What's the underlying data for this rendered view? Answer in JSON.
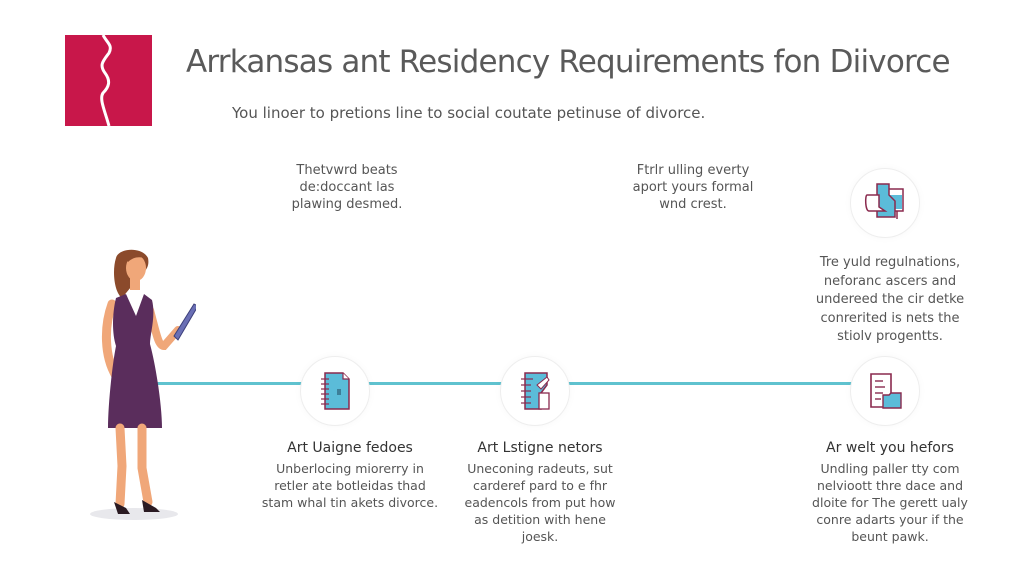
{
  "header": {
    "title": "Arrkansas ant Residency Requirements fon Diivorce",
    "subtitle": "You linoer to pretions line to social coutate petinuse of divorce.",
    "logo_color": "#c8174a"
  },
  "top_notes": [
    {
      "lines": [
        "Thetvwrd beats",
        "de:doccant las",
        "plawing desmed."
      ]
    },
    {
      "lines": [
        "Ftrlr ulling everty",
        "aport yours formal",
        "wnd crest."
      ]
    },
    {
      "lines": [
        "Tre yuld regulnations,",
        "neforanc ascers and",
        "undereed the cir detke",
        "conrerited is nets the",
        "stiolv progentts."
      ]
    }
  ],
  "timeline": {
    "line_color": "#5fc2cf",
    "nodes": [
      {
        "icon": "notebook-icon"
      },
      {
        "icon": "notebook-pencil-icon"
      },
      {
        "icon": "document-folder-icon"
      },
      {
        "icon": "folded-document-icon"
      }
    ]
  },
  "steps": [
    {
      "title": "Art Uaigne fedoes",
      "body": [
        "Unberlocing miorerry in",
        "retler ate botleidas thad",
        "stam whal tin akets divorce."
      ]
    },
    {
      "title": "Art Lstigne netors",
      "body": [
        "Uneconing radeuts, sut",
        "carderef pard to e fhr",
        "eadencols from put how",
        "as detition with hene",
        "joesk."
      ]
    },
    {
      "title": "Ar welt you hefors",
      "body": [
        "Undling paller tty com",
        "nelvioott thre dace and",
        "dloite for The gerett ualy",
        "conre adarts your if the",
        "beunt pawk."
      ]
    }
  ],
  "colors": {
    "accent": "#5fc2cf",
    "icon_fill": "#5bbcd9",
    "icon_stroke": "#8a2a4e",
    "dress": "#5a2d5c",
    "skin": "#f0a779",
    "hair": "#8b4a2b"
  }
}
